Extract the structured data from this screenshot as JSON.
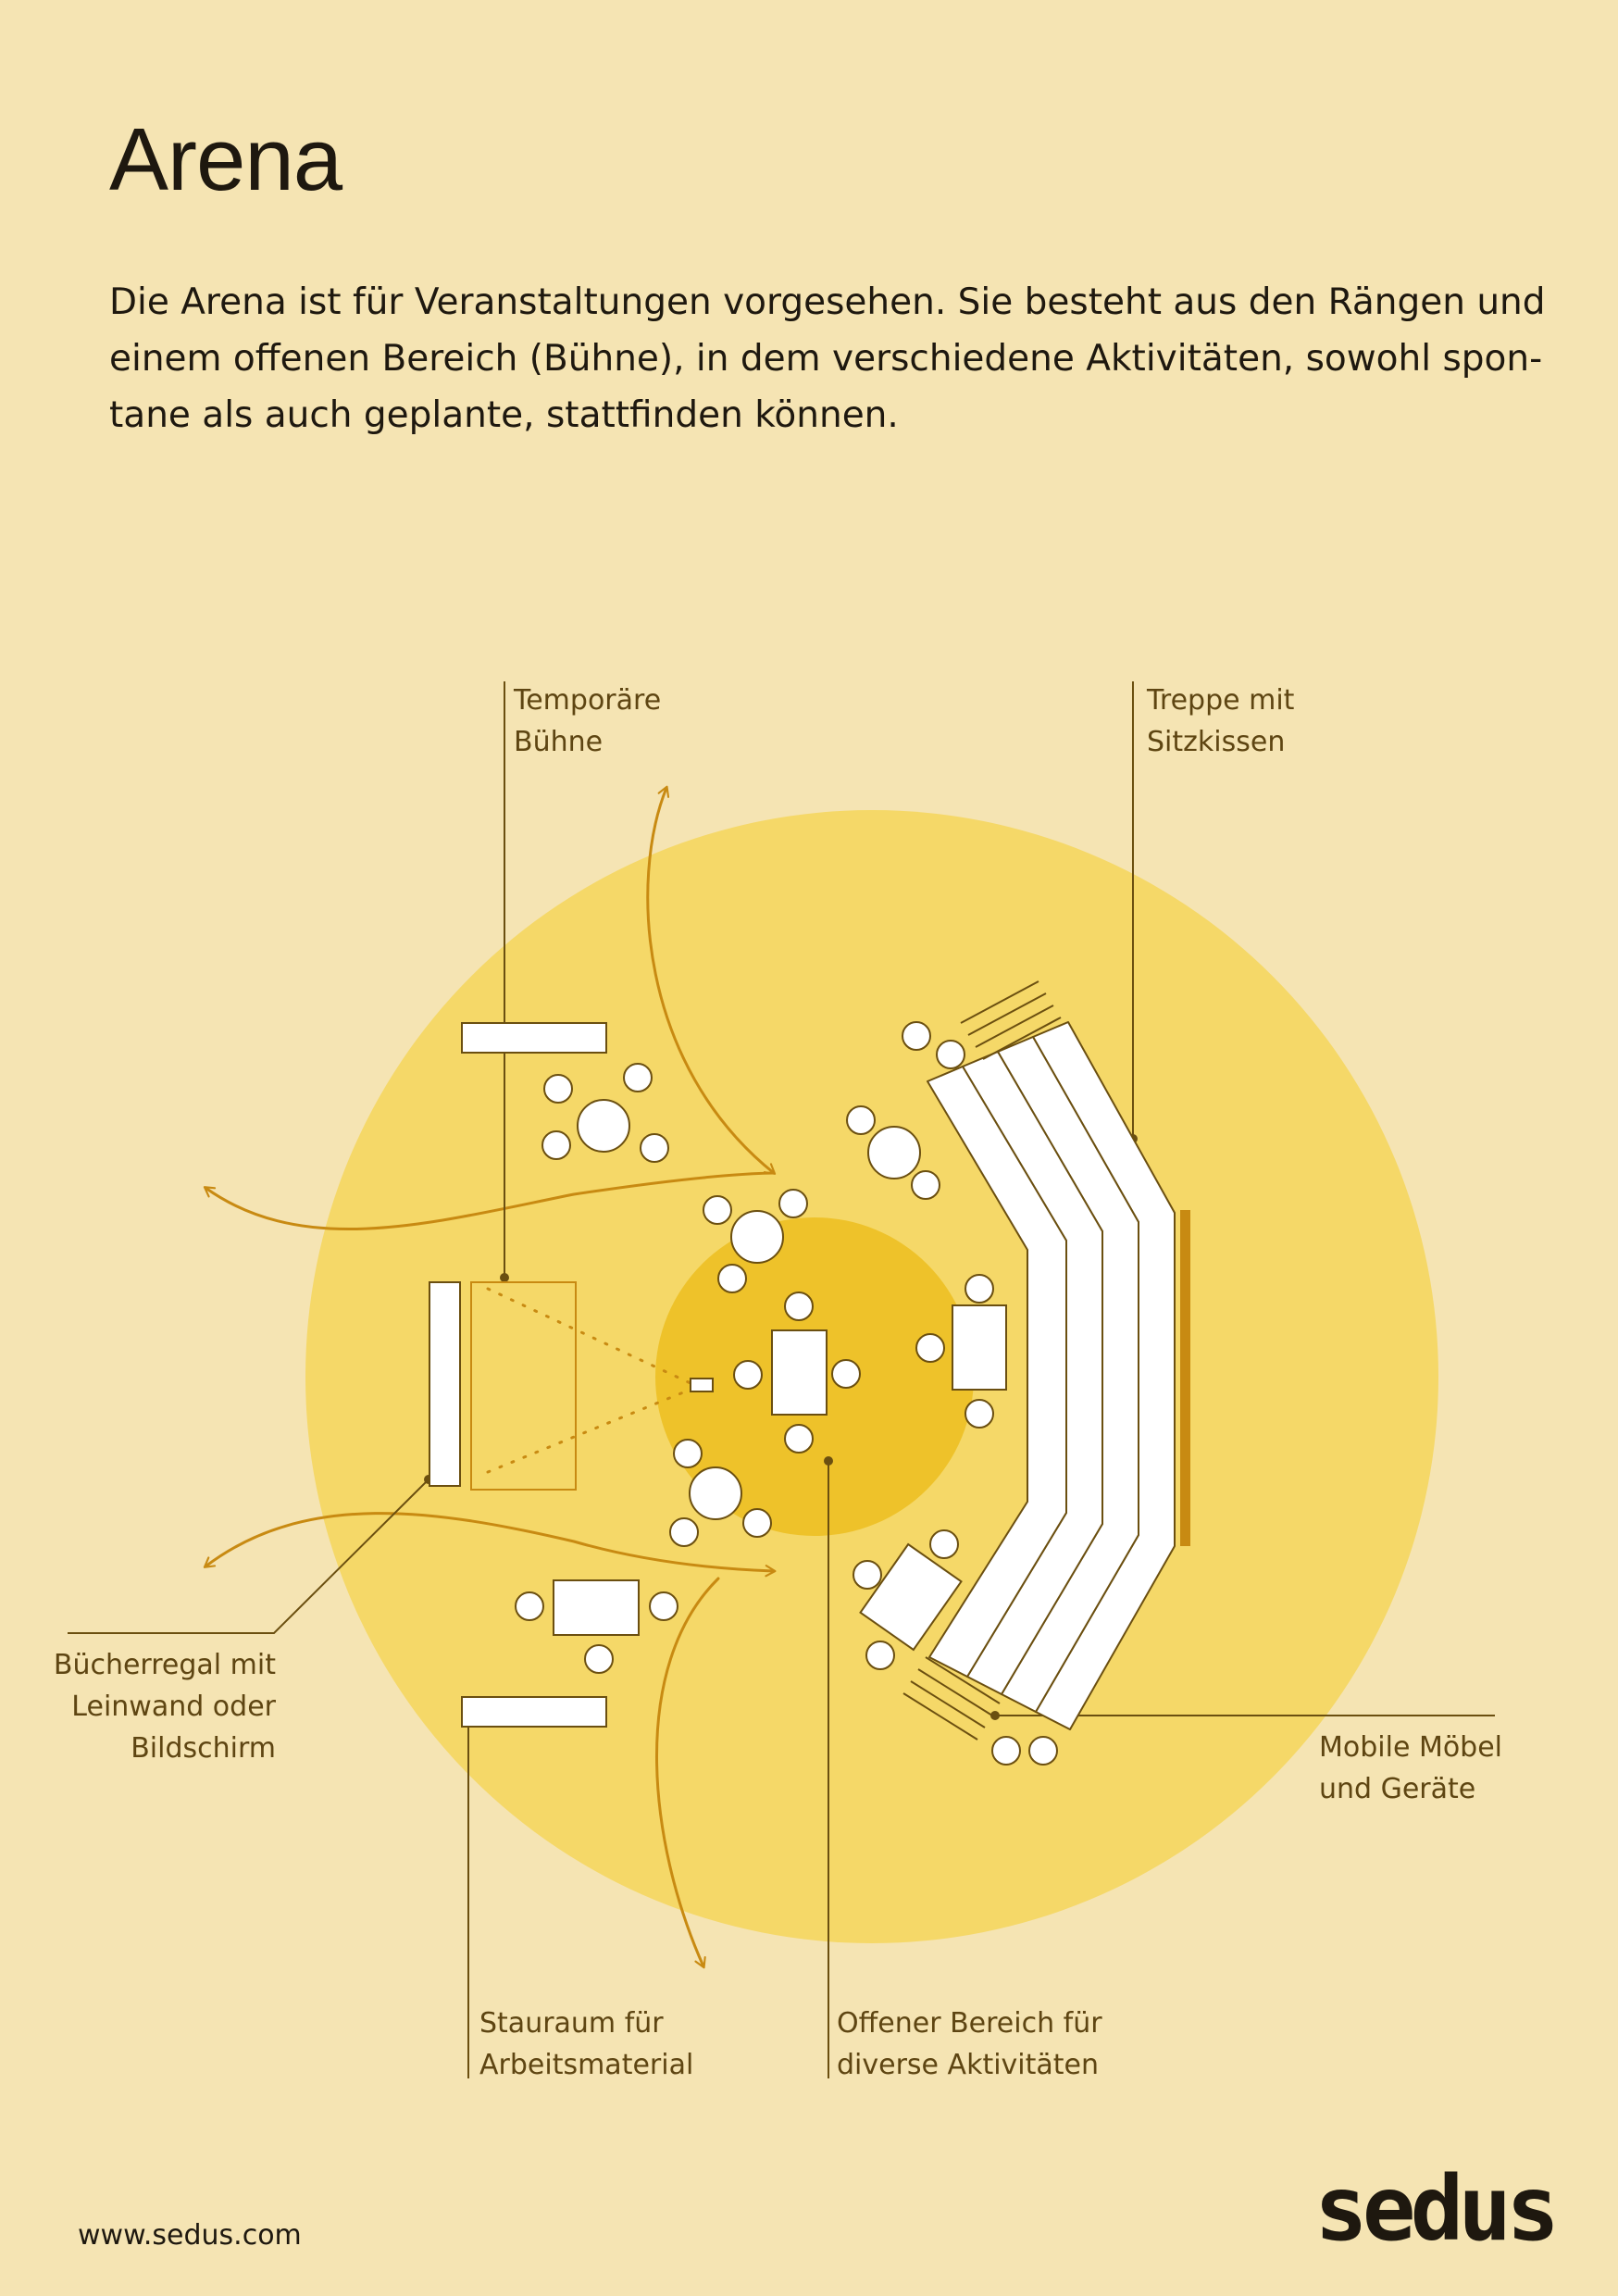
{
  "page": {
    "title": "Arena",
    "intro_lines": [
      "Die Arena ist für Veranstaltungen vorgesehen. Sie besteht aus den Rängen und",
      "einem offenen Bereich (Bühne), in dem verschiedene Aktivitäten, sowohl spon-",
      "tane als auch geplante, stattfinden können."
    ]
  },
  "labels": {
    "stage": [
      "Temporäre",
      "Bühne"
    ],
    "stairs": [
      "Treppe mit",
      "Sitzkissen"
    ],
    "shelf": [
      "Bücherregal mit",
      "Leinwand oder",
      "Bildschirm"
    ],
    "mobile": [
      "Mobile Möbel",
      "und Geräte"
    ],
    "storage": [
      "Stauraum für",
      "Arbeitsmaterial"
    ],
    "open_area": [
      "Offener Bereich für",
      "diverse Aktivitäten"
    ]
  },
  "footer": {
    "url": "www.sedus.com",
    "logo": "sedus"
  },
  "colors": {
    "background": "#f5e4b3",
    "outer_circle": "#f5d868",
    "inner_circle": "#eec22a",
    "line": "#6b4f10",
    "arrow": "#c88a12",
    "furniture_fill": "#ffffff"
  }
}
